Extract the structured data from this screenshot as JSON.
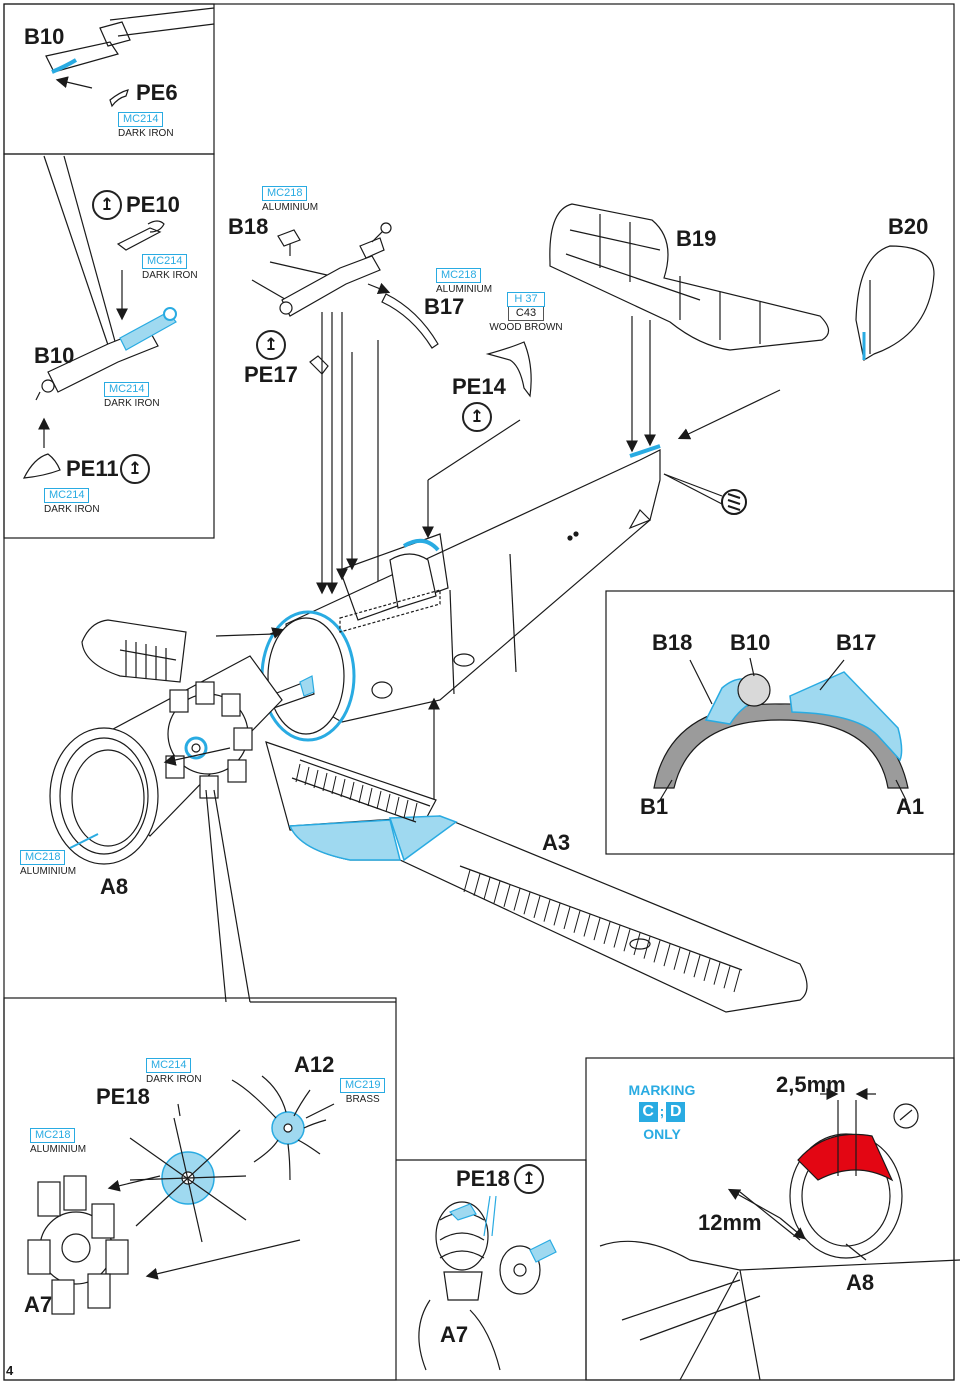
{
  "page_number": "4",
  "panels": {
    "b10_pe6": {
      "b10": "B10",
      "pe6": "PE6",
      "paint": {
        "code": "MC214",
        "name": "DARK IRON"
      }
    },
    "b10_group": {
      "pe10": "PE10",
      "pe10_paint": {
        "code": "MC214",
        "name": "DARK IRON"
      },
      "b10": "B10",
      "b10_paint": {
        "code": "MC214",
        "name": "DARK IRON"
      },
      "pe11": "PE11",
      "pe11_paint": {
        "code": "MC214",
        "name": "DARK IRON"
      }
    },
    "upper": {
      "b18": "B18",
      "b18_paint": {
        "code": "MC218",
        "name": "ALUMINIUM"
      },
      "pe17": "PE17",
      "b17": "B17",
      "b17_paint": {
        "code": "MC218",
        "name": "ALUMINIUM"
      },
      "h37": {
        "code": "H 37",
        "code2": "C43",
        "name": "WOOD BROWN"
      },
      "pe14": "PE14",
      "b19": "B19",
      "b20": "B20"
    },
    "detail": {
      "b18": "B18",
      "b10": "B10",
      "b17": "B17",
      "b1": "B1",
      "a1": "A1"
    },
    "middle": {
      "a3": "A3",
      "a8": "A8",
      "a8_paint": {
        "code": "MC218",
        "name": "ALUMINIUM"
      }
    },
    "engine": {
      "pe18": "PE18",
      "pe18_paint": {
        "code": "MC214",
        "name": "DARK IRON"
      },
      "a12": "A12",
      "a12_paint": {
        "code": "MC219",
        "name": "BRASS"
      },
      "a7": "A7",
      "a7_paint": {
        "code": "MC218",
        "name": "ALUMINIUM"
      }
    },
    "pe18_detail": {
      "pe18": "PE18",
      "a7": "A7"
    },
    "marking": {
      "line1": "MARKING",
      "letter_c": "C",
      "sep": ";",
      "letter_d": "D",
      "line3": "ONLY",
      "dim_band": "2,5mm",
      "dim_offset": "12mm",
      "a8": "A8"
    }
  },
  "colors": {
    "accent_blue": "#29abe2",
    "light_blue": "#9fd9f0",
    "red": "#e30613",
    "gray": "#9b9b9b"
  }
}
